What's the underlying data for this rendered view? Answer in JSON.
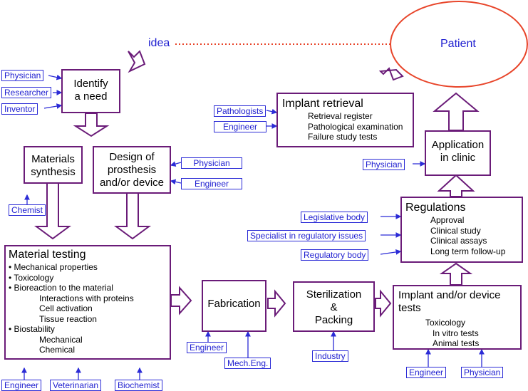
{
  "idea": "idea",
  "patient": "Patient",
  "identify": {
    "line1": "Identify",
    "line2": "a need",
    "inputs": [
      "Physician",
      "Researcher",
      "Inventor"
    ]
  },
  "materials_synthesis": {
    "line1": "Materials",
    "line2": "synthesis",
    "input": "Chemist"
  },
  "design": {
    "line1": "Design of",
    "line2": "prosthesis",
    "line3": "and/or device",
    "inputs": [
      "Physician",
      "Engineer"
    ]
  },
  "material_testing": {
    "title": "Material testing",
    "items": [
      "• Mechanical properties",
      "• Toxicology",
      "• Bioreaction to the material",
      "Interactions with proteins",
      "Cell activation",
      "Tissue reaction",
      "• Biostability",
      "Mechanical",
      "Chemical"
    ],
    "inputs": [
      "Engineer",
      "Veterinarian",
      "Biochemist"
    ]
  },
  "fabrication": {
    "label": "Fabrication",
    "inputs": [
      "Engineer",
      "Mech.Eng."
    ]
  },
  "sterilization": {
    "line1": "Sterilization",
    "line2": "&",
    "line3": "Packing",
    "input": "Industry"
  },
  "implant_tests": {
    "line1": "Implant and/or device",
    "line2": "tests",
    "items": [
      "Toxicology",
      "In vitro tests",
      "Animal tests"
    ],
    "inputs": [
      "Engineer",
      "Physician"
    ]
  },
  "regulations": {
    "title": "Regulations",
    "items": [
      "Approval",
      "Clinical study",
      "Clinical assays",
      "Long term follow-up"
    ],
    "inputs": [
      "Legislative body",
      "Specialist in regulatory issues",
      "Regulatory body"
    ]
  },
  "application": {
    "line1": "Application",
    "line2": "in clinic",
    "input": "Physician"
  },
  "retrieval": {
    "title": "Implant retrieval",
    "items": [
      "Retrieval register",
      "Pathological examination",
      "Failure study tests"
    ],
    "inputs": [
      "Pathologists",
      "Engineer"
    ]
  },
  "colors": {
    "box_border": "#6a1b78",
    "tag_text": "#1f1fd0",
    "dotted_line": "#e8452a",
    "patient_ellipse": "#e8452a"
  }
}
